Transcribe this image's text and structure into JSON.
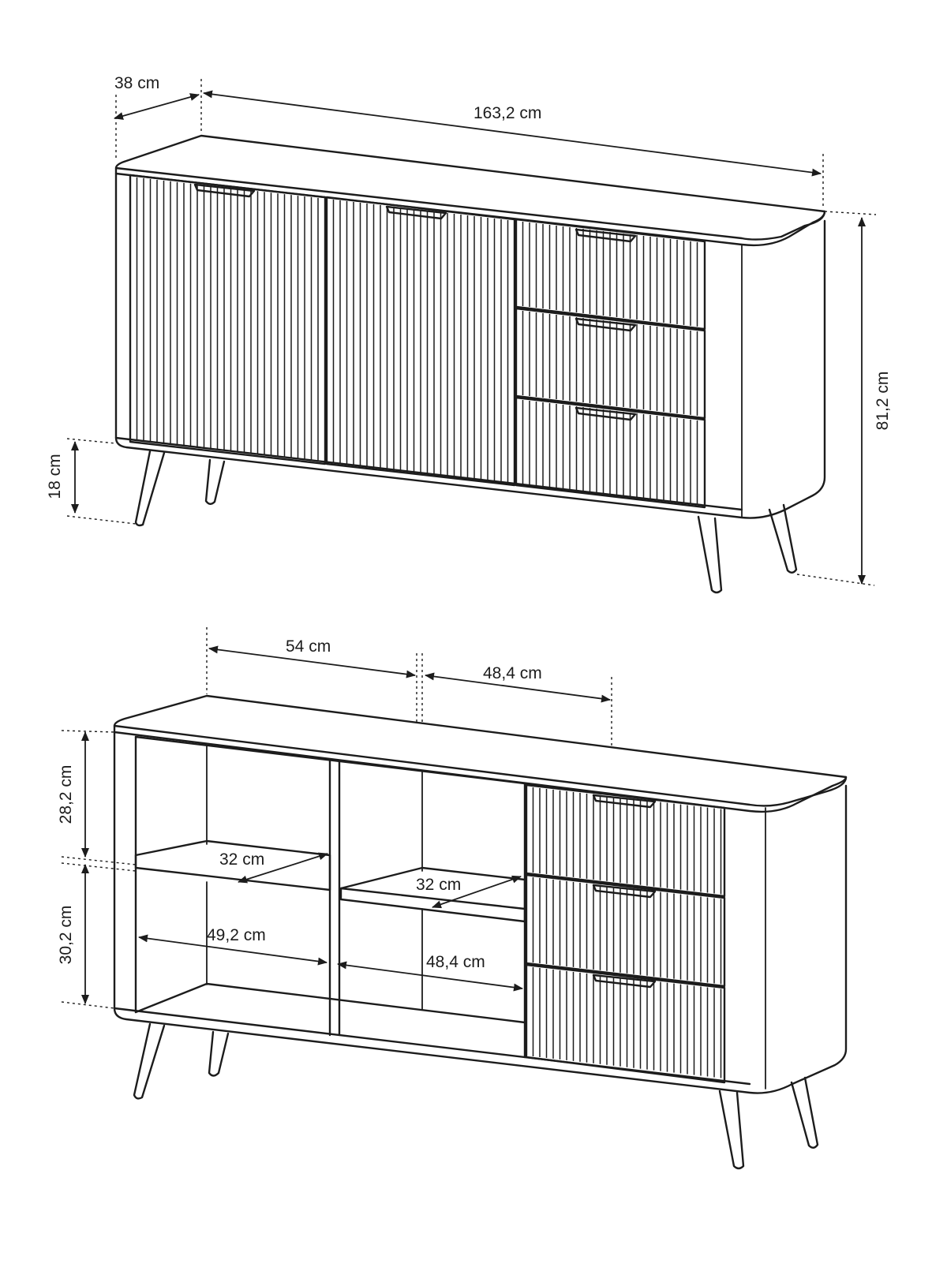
{
  "top_view": {
    "depth": "38 cm",
    "width": "163,2 cm",
    "height": "81,2 cm",
    "leg_height": "18 cm"
  },
  "bottom_view": {
    "compartment_width_1": "54 cm",
    "compartment_width_2": "48,4 cm",
    "upper_height": "28,2 cm",
    "lower_height": "30,2 cm",
    "shelf_depth_left": "32 cm",
    "shelf_depth_middle": "32 cm",
    "inner_width_left": "49,2 cm",
    "inner_width_middle": "48,4 cm"
  },
  "colors": {
    "line": "#1c1c1c",
    "background": "#ffffff"
  }
}
